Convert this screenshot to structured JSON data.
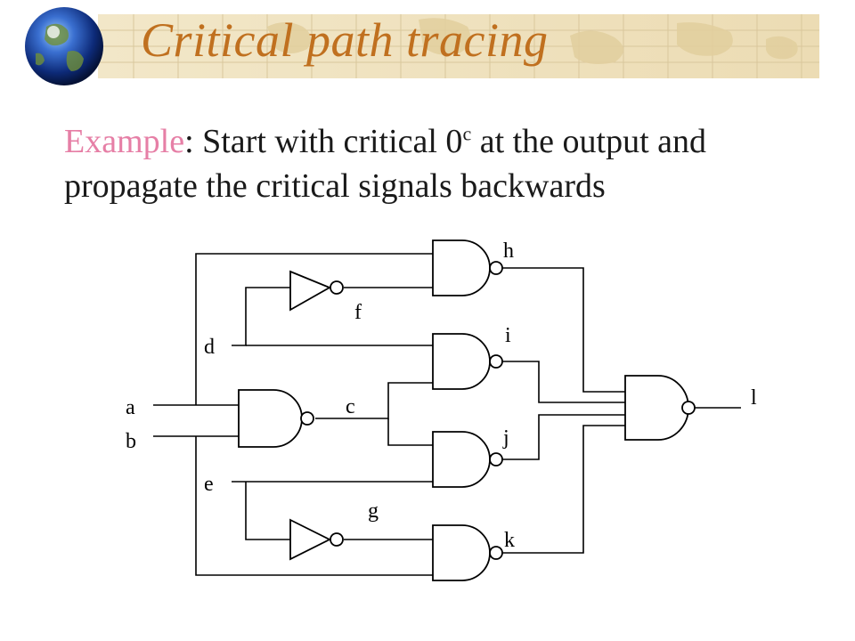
{
  "slide": {
    "title": "Critical path tracing",
    "example_label": "Example",
    "sentence_part1": ": Start with critical 0",
    "superscript": "c",
    "sentence_part2": " at the output and",
    "sentence_line2": "propagate the critical signals backwards"
  },
  "circuit": {
    "signals": {
      "a": "a",
      "b": "b",
      "c": "c",
      "d": "d",
      "e": "e",
      "f": "f",
      "g": "g",
      "h": "h",
      "i": "i",
      "j": "j",
      "k": "k",
      "l": "l"
    }
  },
  "colors": {
    "title": "#c0701f",
    "accent": "#e67fa6",
    "text": "#1a1a1a"
  }
}
